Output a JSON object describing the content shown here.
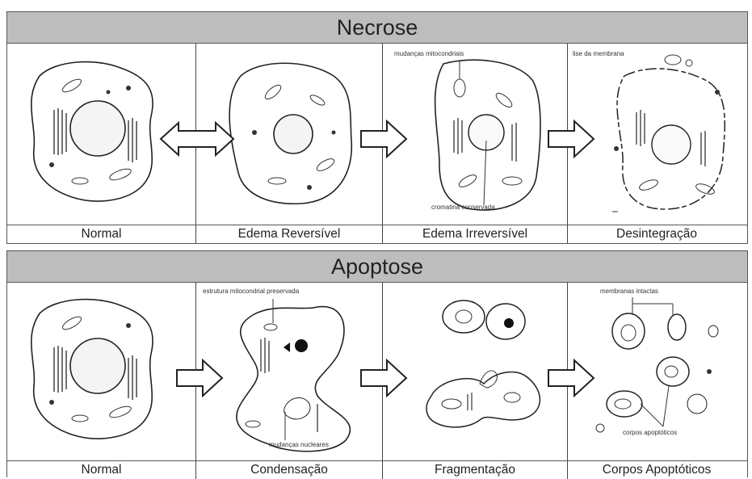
{
  "necrose": {
    "title": "Necrose",
    "stages": [
      "Normal",
      "Edema Reversível",
      "Edema Irreversível",
      "Desintegração"
    ],
    "annotations": {
      "mito": "mudanças mitocondriais",
      "chromatin": "cromatina conservada",
      "membrane": "lise da membrana"
    }
  },
  "apoptose": {
    "title": "Apoptose",
    "stages": [
      "Normal",
      "Condensação",
      "Fragmentação",
      "Corpos Apoptóticos"
    ],
    "annotations": {
      "mito": "estrutura mitocondrial preservada",
      "nuclear": "mudanças nucleares",
      "membranes": "membranas intactas",
      "bodies": "corpos apoptóticos"
    }
  },
  "arrows": [
    "double-arrow-icon",
    "right-arrow-icon"
  ]
}
